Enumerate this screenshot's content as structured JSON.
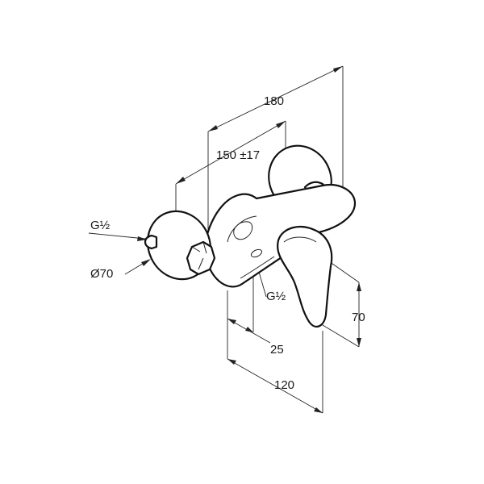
{
  "dimensions": {
    "width_total": "180",
    "center_distance": "150 ±17",
    "thread_inlet": "G½",
    "rosette_diameter": "Ø70",
    "thread_outlet": "G½",
    "outlet_offset": "25",
    "depth": "120",
    "lever_height": "70"
  }
}
